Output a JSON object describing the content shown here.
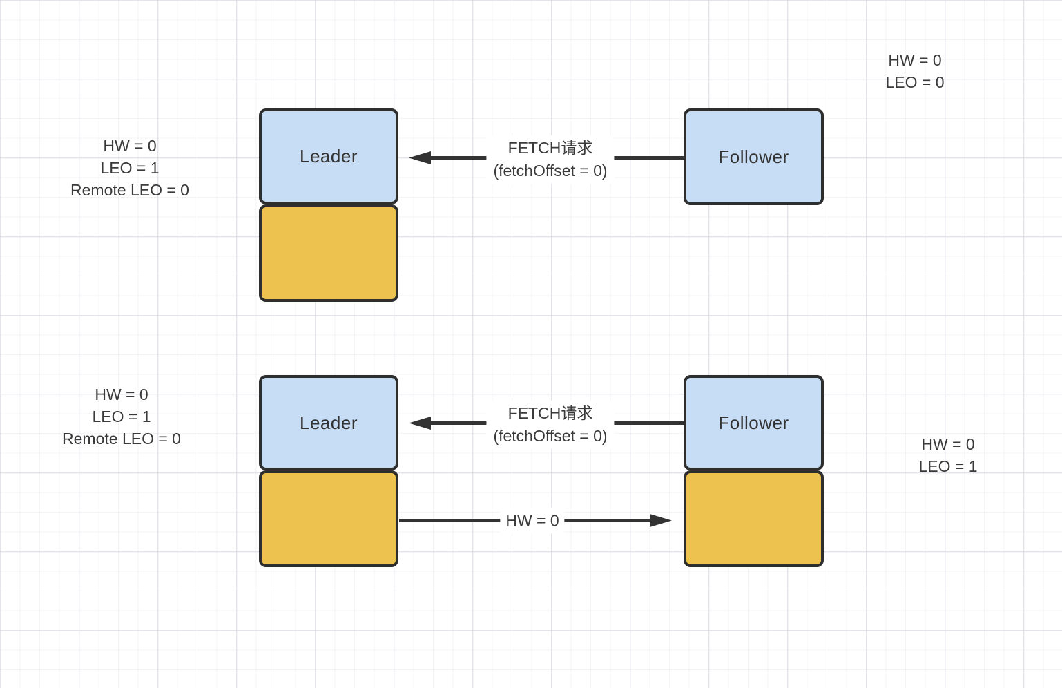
{
  "colors": {
    "box_blue": "#c7ddf5",
    "box_orange": "#eec24f",
    "shape_border": "#2e2e2e",
    "arrow": "#333333",
    "text": "#3a3a3a",
    "canvas_background": "#ffffff",
    "grid_line": "#e9e9f0"
  },
  "step1": {
    "leader_box_label": "Leader",
    "follower_box_label": "Follower",
    "fetch_label_line1": "FETCH请求",
    "fetch_label_line2": "(fetchOffset = 0)",
    "leader_annotation_line1": "HW = 0",
    "leader_annotation_line2": "LEO = 1",
    "leader_annotation_line3": "Remote LEO = 0",
    "follower_annotation_line1": "HW = 0",
    "follower_annotation_line2": "LEO = 0"
  },
  "step2": {
    "leader_box_label": "Leader",
    "follower_box_label": "Follower",
    "fetch_label_line1": "FETCH请求",
    "fetch_label_line2": "(fetchOffset = 0)",
    "hw_update_label": "HW = 0",
    "leader_annotation_line1": "HW = 0",
    "leader_annotation_line2": "LEO = 1",
    "leader_annotation_line3": "Remote LEO = 0",
    "follower_annotation_line1": "HW = 0",
    "follower_annotation_line2": "LEO = 1"
  }
}
